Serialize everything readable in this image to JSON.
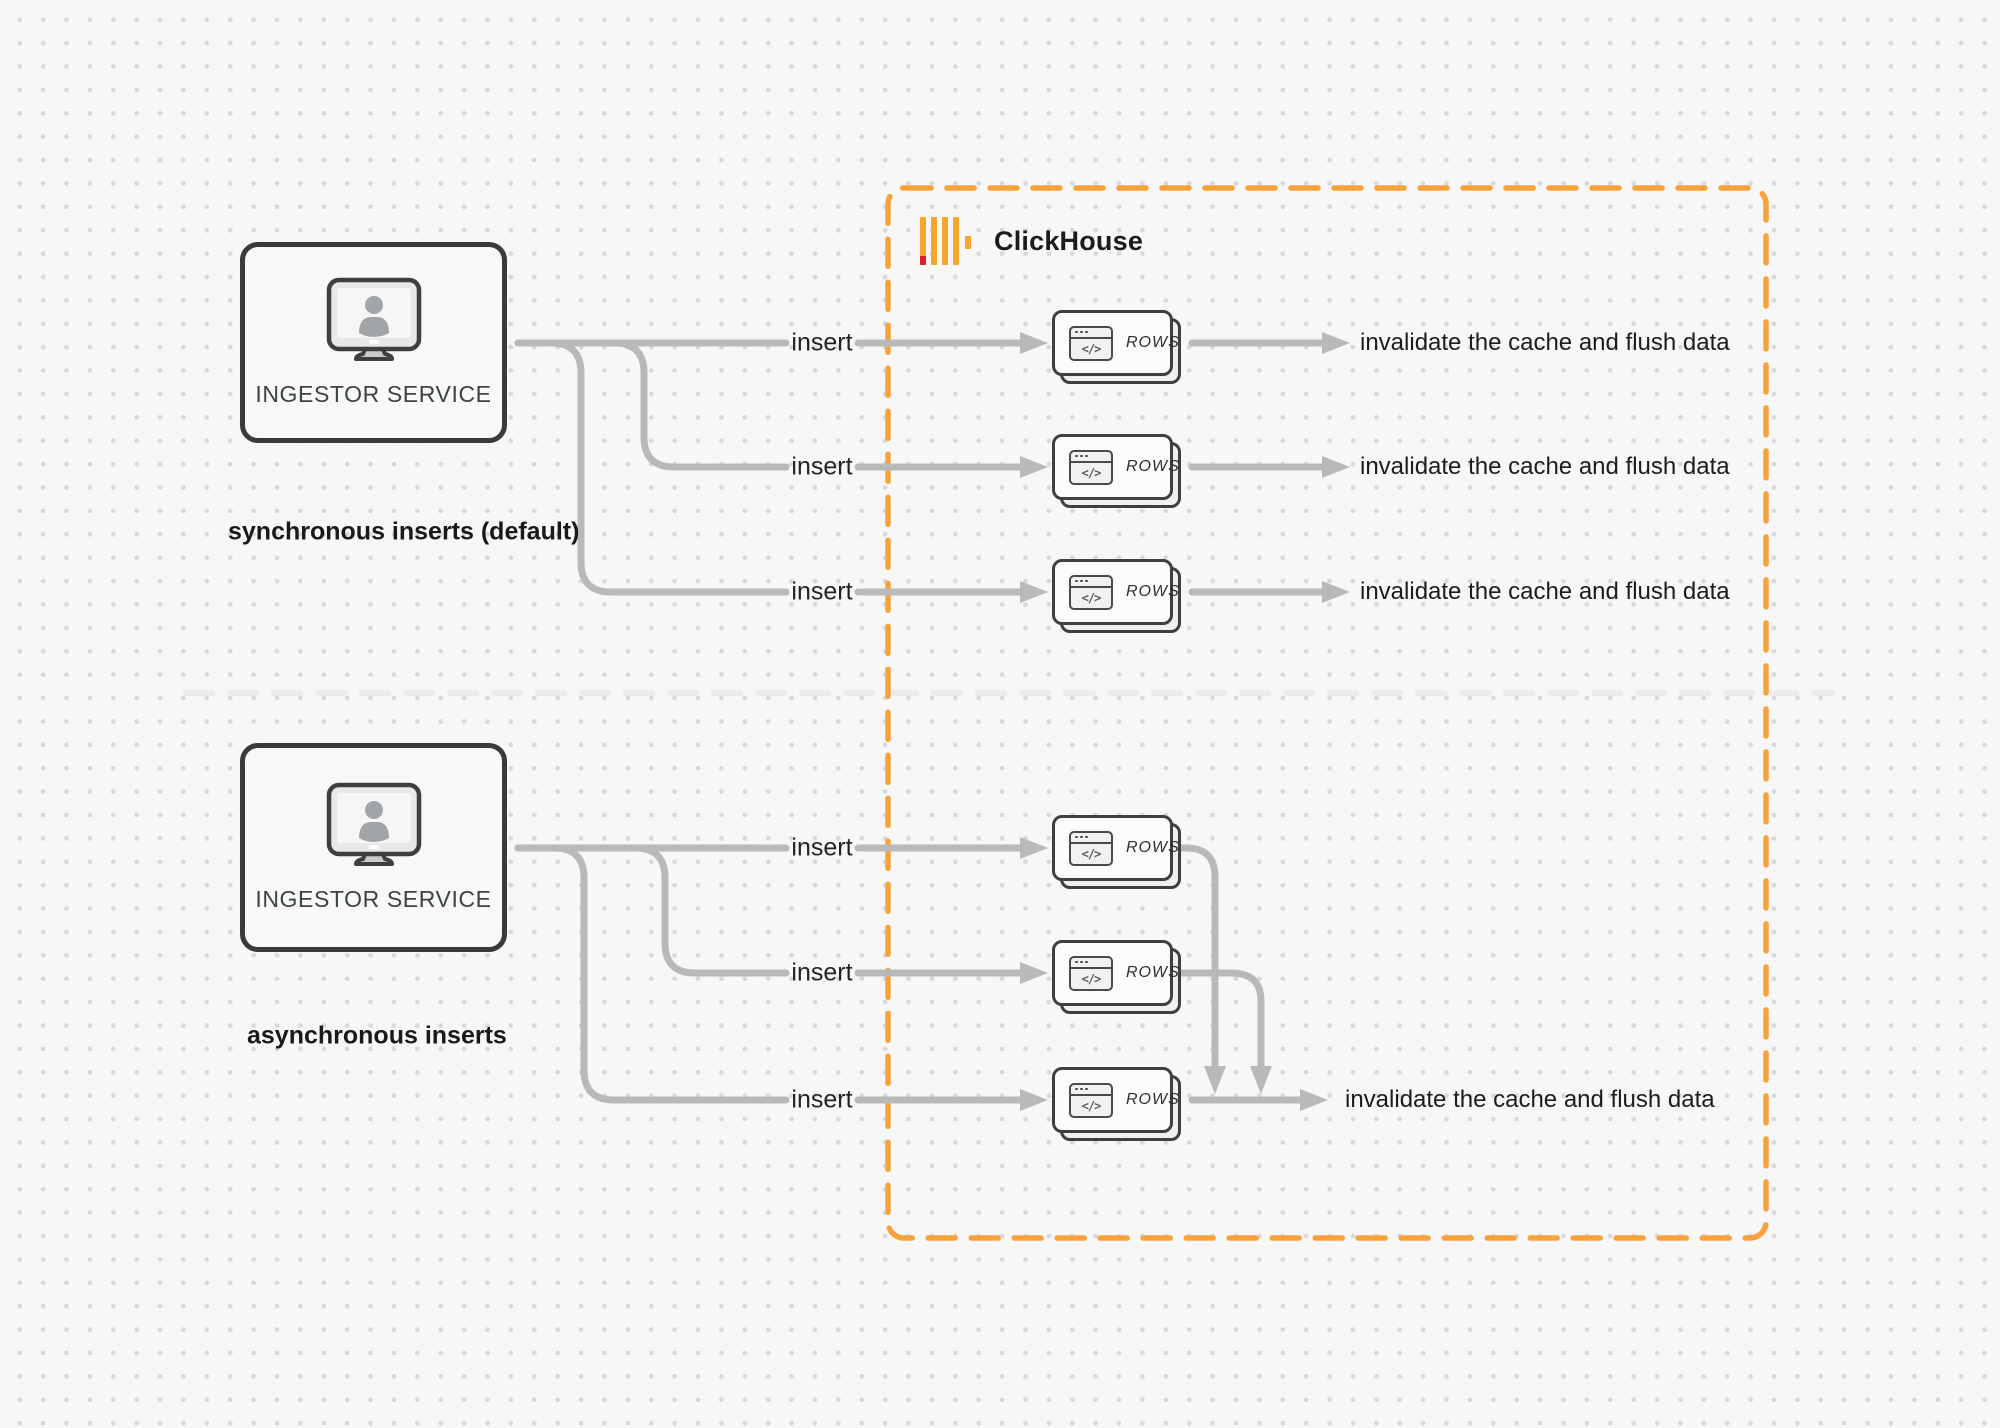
{
  "colors": {
    "accent_orange": "#F9A23B",
    "logo_yellow": "#F6A62C",
    "logo_red": "#E01E25",
    "arrow_gray": "#B9B9B9",
    "box_border_dark": "#3A3A3A",
    "text_dark": "#1D1D1F",
    "divider_gray": "#EBEBEB"
  },
  "clickhouse_container": {
    "label": "ClickHouse",
    "logo_icon": "clickhouse-bars-icon"
  },
  "node_icon_glyph": "</>",
  "sections": {
    "sync": {
      "caption": "synchronous inserts (default)",
      "ingestor": {
        "label": "INGESTOR SERVICE",
        "icon": "monitor-user-icon"
      },
      "rows": [
        {
          "insert_label": "insert",
          "node_label": "ROWS",
          "result_label": "invalidate the cache and flush data"
        },
        {
          "insert_label": "insert",
          "node_label": "ROWS",
          "result_label": "invalidate the cache and flush data"
        },
        {
          "insert_label": "insert",
          "node_label": "ROWS",
          "result_label": "invalidate the cache and flush data"
        }
      ]
    },
    "async": {
      "caption": "asynchronous inserts",
      "ingestor": {
        "label": "INGESTOR SERVICE",
        "icon": "monitor-user-icon"
      },
      "rows": [
        {
          "insert_label": "insert",
          "node_label": "ROWS"
        },
        {
          "insert_label": "insert",
          "node_label": "ROWS"
        },
        {
          "insert_label": "insert",
          "node_label": "ROWS"
        }
      ],
      "result_label": "invalidate the cache and flush data"
    }
  }
}
